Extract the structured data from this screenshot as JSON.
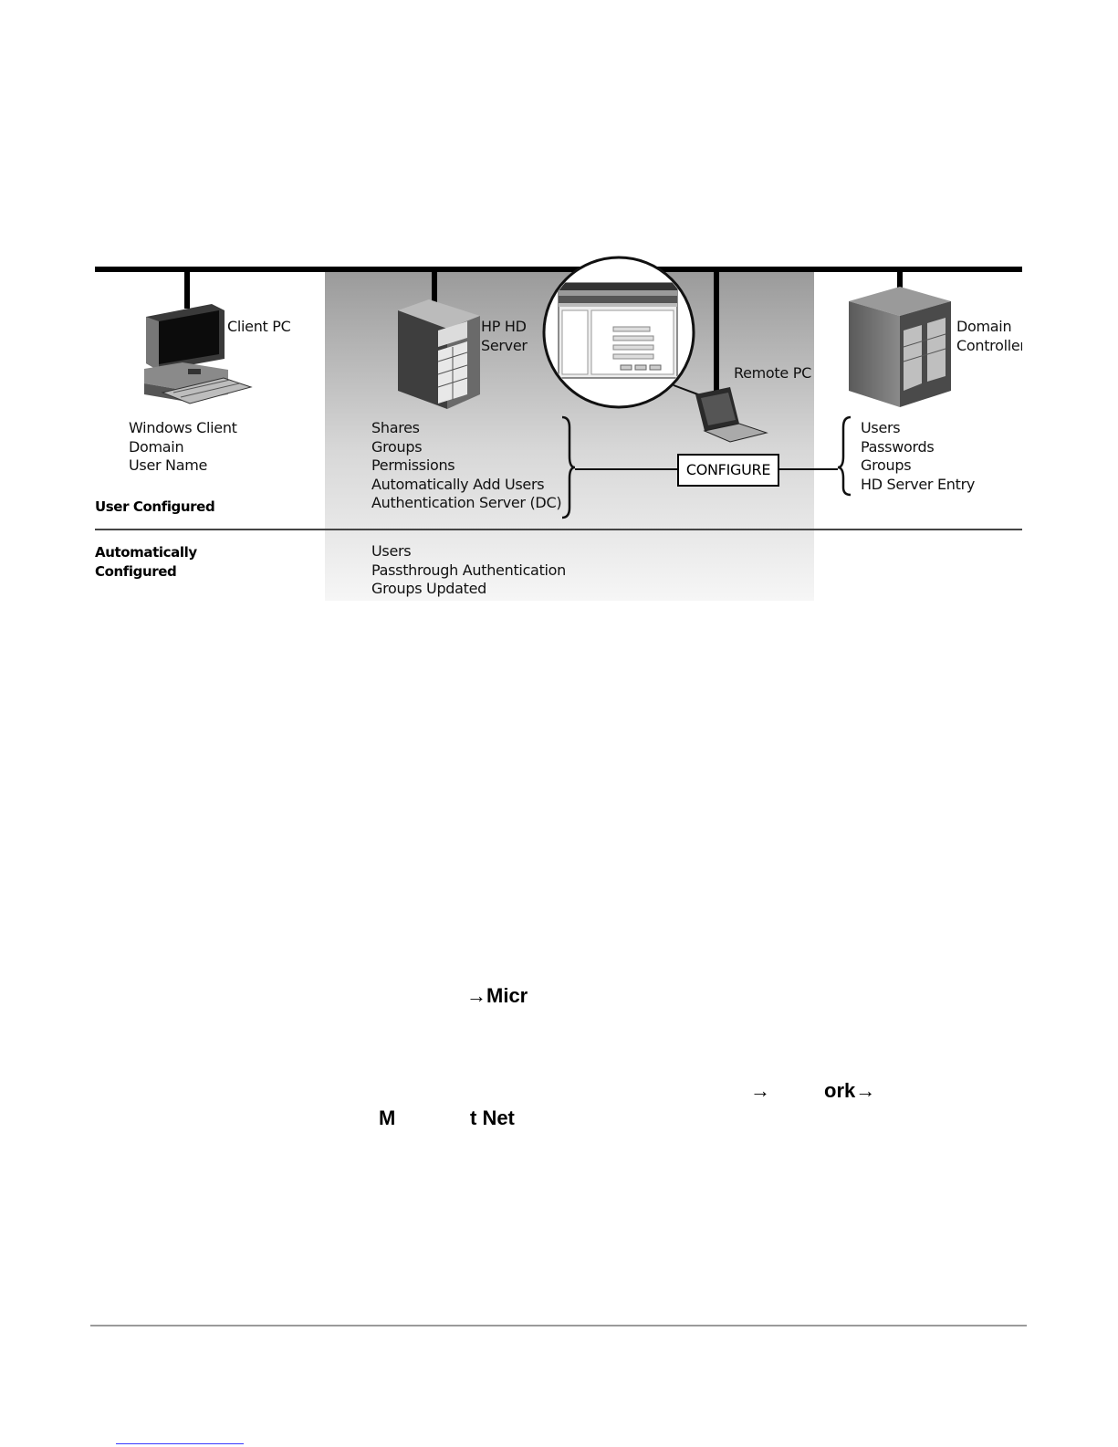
{
  "diagram": {
    "nodes": {
      "client_pc": "Client PC",
      "hp_hd_server": [
        "HP HD",
        "Server"
      ],
      "remote_pc": "Remote PC",
      "domain_controller": [
        "Domain",
        "Controller"
      ]
    },
    "client_settings": [
      "Windows Client",
      "Domain",
      "User Name"
    ],
    "server_settings": [
      "Shares",
      "Groups",
      "Permissions",
      "Automatically Add Users",
      "Authentication Server (DC)"
    ],
    "dc_settings": [
      "Users",
      "Passwords",
      "Groups",
      "HD Server Entry"
    ],
    "configure_label": "CONFIGURE",
    "user_configured": "User Configured",
    "automatically_configured": [
      "Automatically",
      "Configured"
    ],
    "auto_settings": [
      "Users",
      "Passthrough Authentication",
      "Groups Updated"
    ]
  },
  "text_fragments": {
    "line1": "→Micr",
    "line2a": "→",
    "line2b": "ork→",
    "line3a": "M",
    "line3b": "t Net"
  },
  "colors": {
    "band_top": "#9a9a9a",
    "band_bottom": "#f2f2f2",
    "network_line": "#000000"
  }
}
